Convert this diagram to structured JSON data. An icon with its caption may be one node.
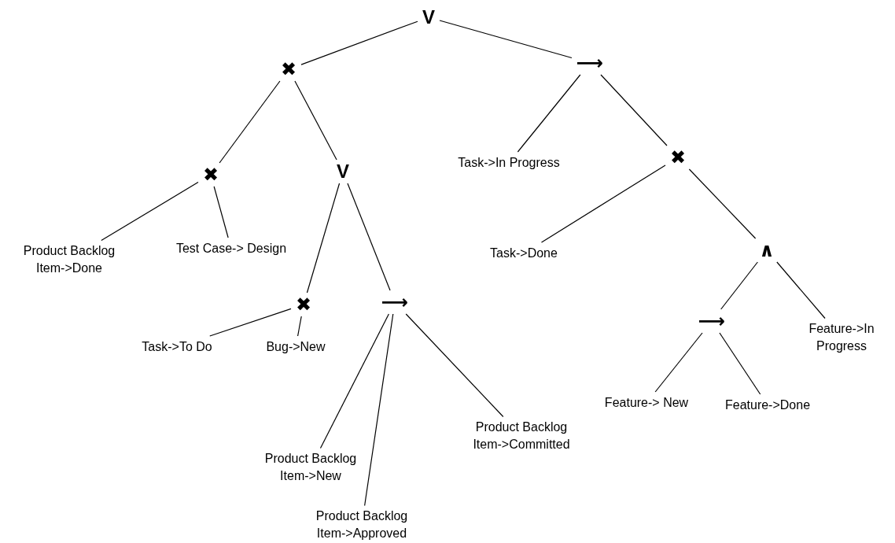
{
  "diagram": {
    "nodes": [
      {
        "text": [
          "V"
        ]
      },
      {
        "text": [
          "✖"
        ]
      },
      {
        "text": [
          "⟶"
        ]
      },
      {
        "text": [
          "✖"
        ]
      },
      {
        "text": [
          "V"
        ]
      },
      {
        "text": [
          "Task->In Progress"
        ]
      },
      {
        "text": [
          "✖"
        ]
      },
      {
        "text": [
          "Product Backlog Item->Done"
        ]
      },
      {
        "text": [
          "Test Case-> Design"
        ]
      },
      {
        "text": [
          "✖"
        ]
      },
      {
        "text": [
          "⟶"
        ]
      },
      {
        "text": [
          "Task->Done"
        ]
      },
      {
        "text": [
          "∧"
        ]
      },
      {
        "text": [
          "Task->To Do"
        ]
      },
      {
        "text": [
          "Bug->New"
        ]
      },
      {
        "text": [
          "Product Backlog Item->New"
        ]
      },
      {
        "text": [
          "Product Backlog Item->Approved"
        ]
      },
      {
        "text": [
          "Product Backlog Item->Committed"
        ]
      },
      {
        "text": [
          "⟶"
        ]
      },
      {
        "text": [
          "Feature->In Progress"
        ]
      },
      {
        "text": [
          "Feature-> New"
        ]
      },
      {
        "text": [
          "Feature->Done"
        ]
      }
    ],
    "edges": [
      {
        "from": 0,
        "to": 1,
        "arrow": "none"
      },
      {
        "from": 0,
        "to": 2,
        "arrow": "none"
      },
      {
        "from": 1,
        "to": 3,
        "arrow": "none"
      },
      {
        "from": 1,
        "to": 4,
        "arrow": "none"
      },
      {
        "from": 2,
        "to": 5,
        "arrow": "none"
      },
      {
        "from": 2,
        "to": 6,
        "arrow": "none"
      },
      {
        "from": 3,
        "to": 7,
        "arrow": "none"
      },
      {
        "from": 3,
        "to": 8,
        "arrow": "none"
      },
      {
        "from": 4,
        "to": 9,
        "arrow": "none"
      },
      {
        "from": 4,
        "to": 10,
        "arrow": "none"
      },
      {
        "from": 6,
        "to": 11,
        "arrow": "none"
      },
      {
        "from": 6,
        "to": 12,
        "arrow": "none"
      },
      {
        "from": 9,
        "to": 13,
        "arrow": "none"
      },
      {
        "from": 9,
        "to": 14,
        "arrow": "none"
      },
      {
        "from": 10,
        "to": 15,
        "arrow": "none"
      },
      {
        "from": 10,
        "to": 16,
        "arrow": "none"
      },
      {
        "from": 10,
        "to": 17,
        "arrow": "none"
      },
      {
        "from": 12,
        "to": 18,
        "arrow": "none"
      },
      {
        "from": 12,
        "to": 19,
        "arrow": "none"
      },
      {
        "from": 18,
        "to": 20,
        "arrow": "none"
      },
      {
        "from": 18,
        "to": 21,
        "arrow": "none"
      }
    ]
  }
}
